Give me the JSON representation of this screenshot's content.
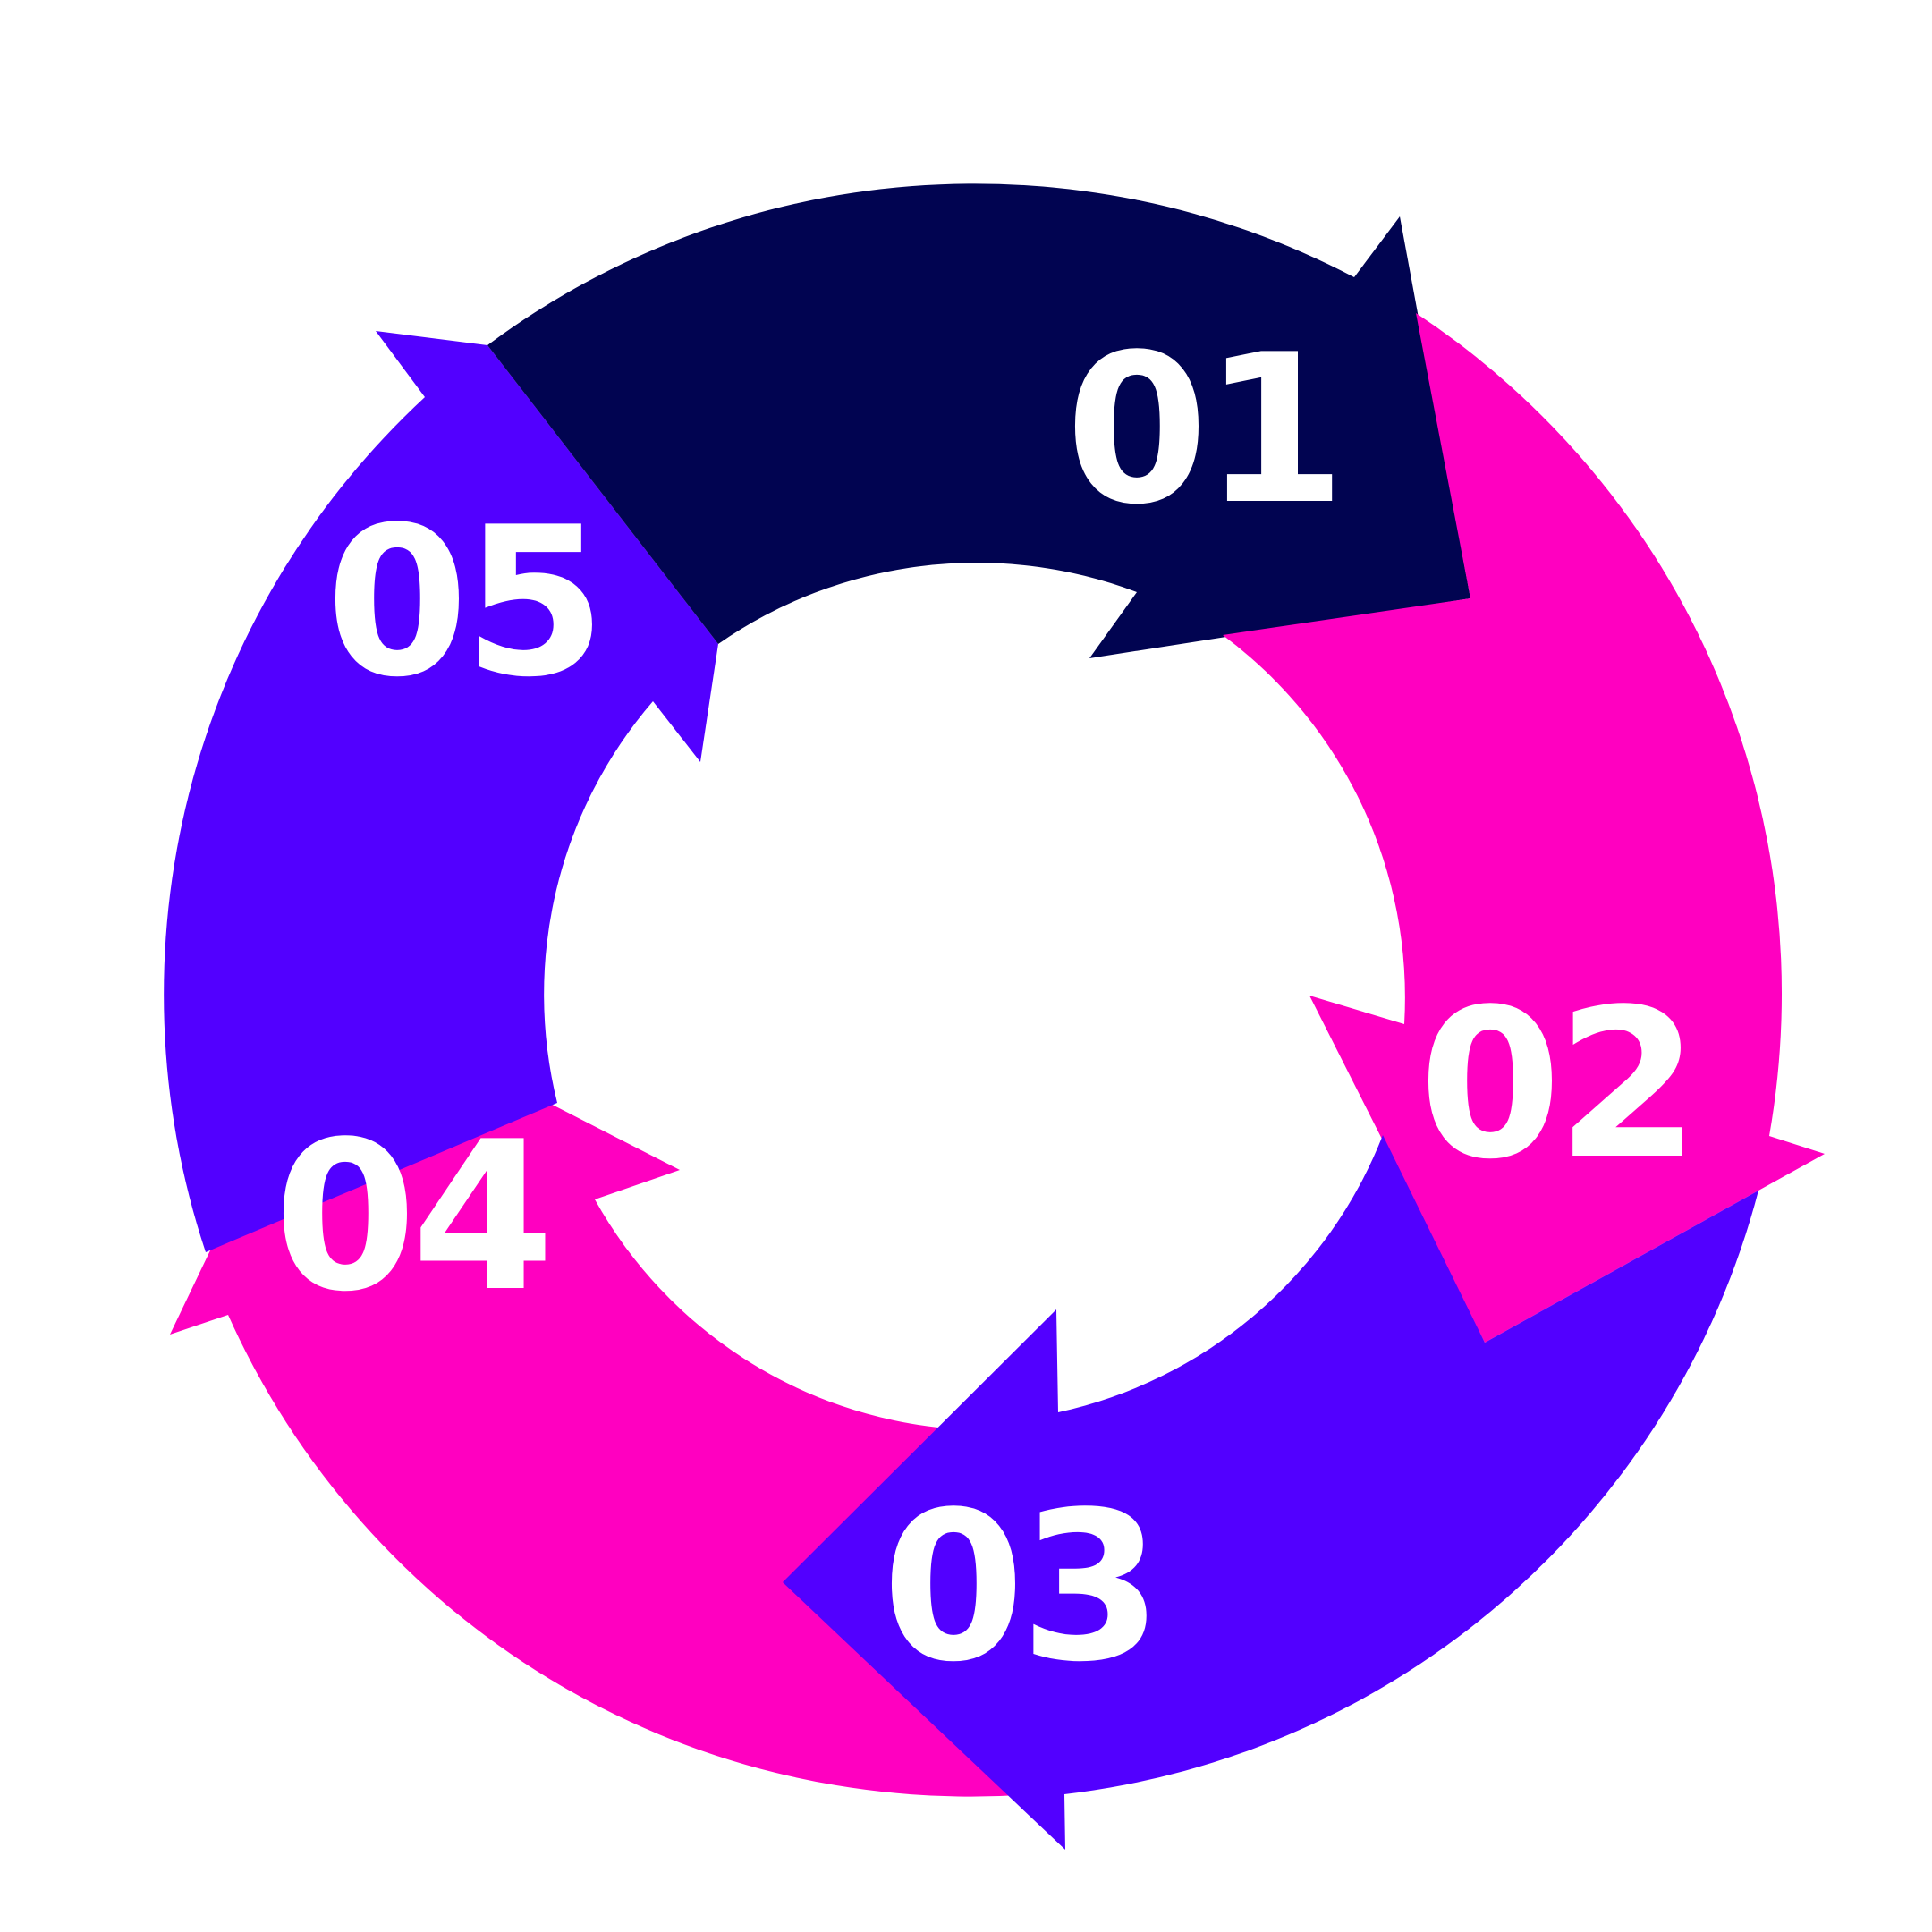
{
  "diagram": {
    "type": "cycle",
    "colors": {
      "background": "#ffffff",
      "navy": "#010451",
      "magenta": "#ff00c0",
      "violet": "#5200ff",
      "label": "#ffffff"
    },
    "steps": [
      {
        "label": "01",
        "color": "#010451"
      },
      {
        "label": "02",
        "color": "#ff00c0"
      },
      {
        "label": "03",
        "color": "#5200ff"
      },
      {
        "label": "04",
        "color": "#ff00c0"
      },
      {
        "label": "05",
        "color": "#5200ff"
      }
    ]
  }
}
